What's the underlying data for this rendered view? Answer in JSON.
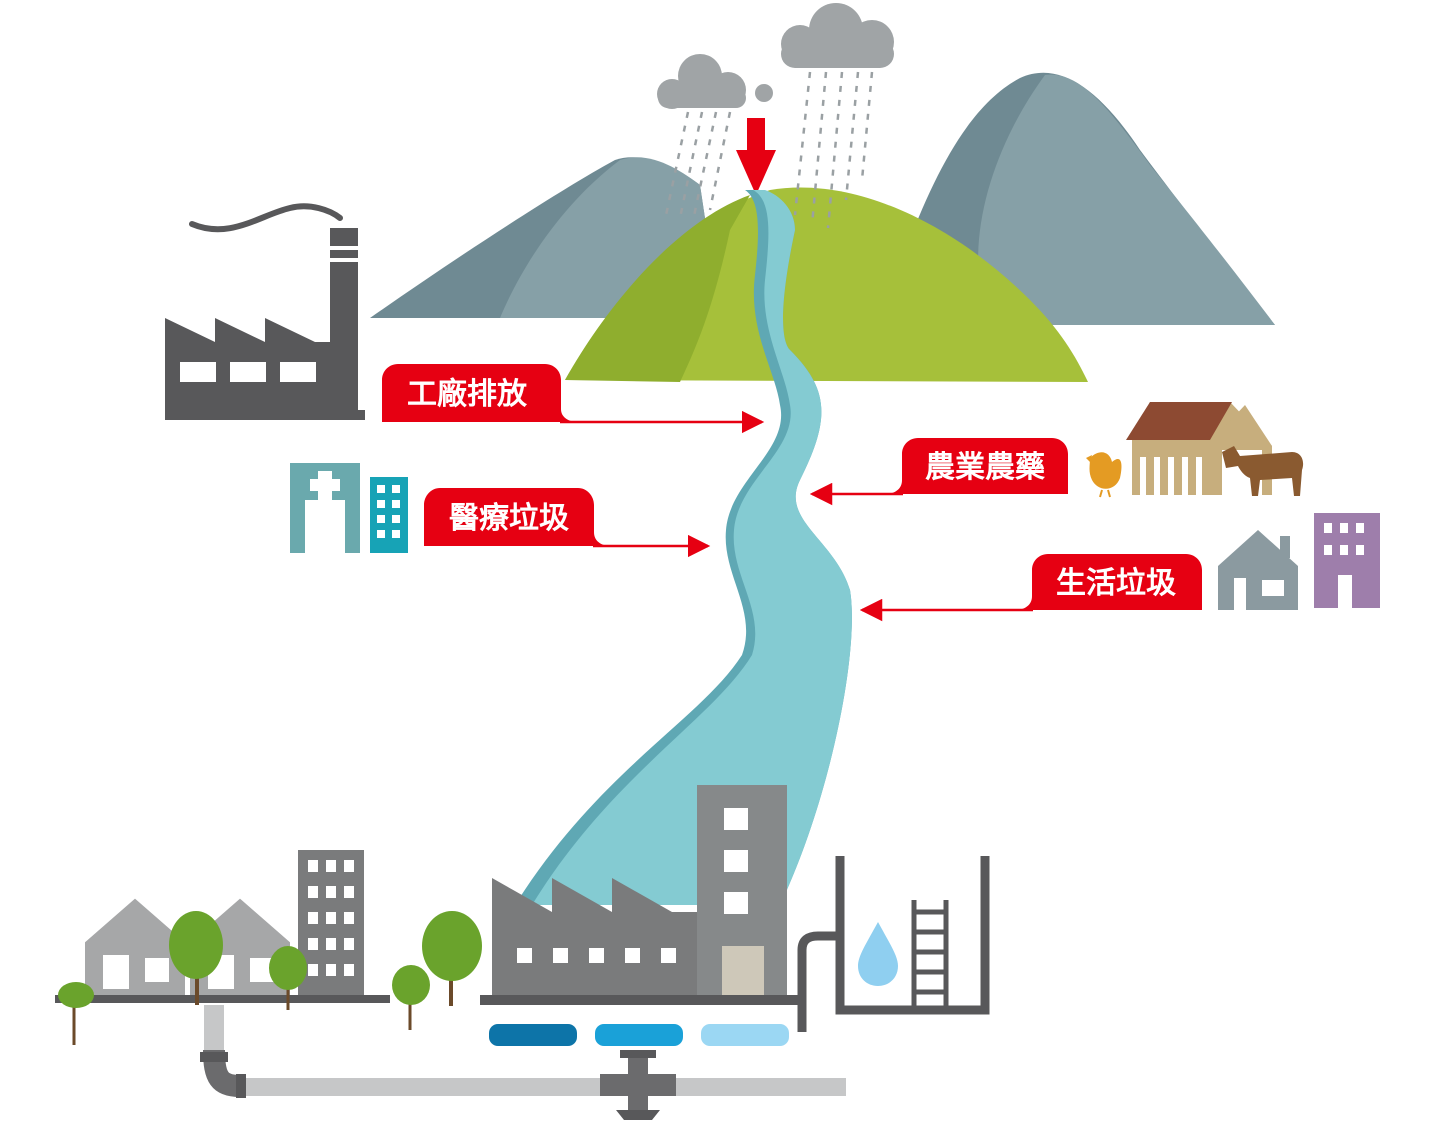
{
  "labels": {
    "factory_discharge": "工廠排放",
    "medical_waste": "醫療垃圾",
    "agricultural_pesticide": "農業農藥",
    "household_waste": "生活垃圾"
  },
  "colors": {
    "label_red": "#e60012",
    "mountain_gray": "#7b97a0",
    "hill_green": "#a6c03a",
    "river_blue": "#84cbd2",
    "factory_dark": "#58585a",
    "tree_green": "#6aa32c"
  },
  "icons": [
    "factory-icon",
    "hospital-icon",
    "barn-icon",
    "chicken-icon",
    "cow-icon",
    "house-icon",
    "apartment-icon",
    "rain-cloud-icon",
    "water-drop-icon",
    "water-treatment-plant-icon",
    "pipe-icon",
    "tree-icon"
  ]
}
